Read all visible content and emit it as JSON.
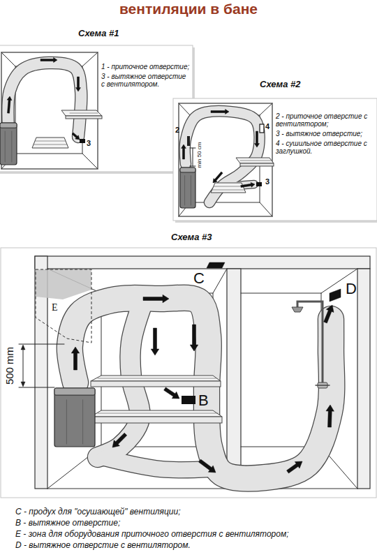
{
  "diagram": {
    "title": "вентиляции в бане",
    "nodes": [
      {
        "text": [
          "Схема #1",
          "1 - приточное отверстие;",
          "3 - вытяжное отверстие с вентилятором."
        ]
      },
      {
        "text": [
          "Схема #2",
          "2 - приточное отверстие с вентилятором;",
          "3 - вытяжное отверстие;",
          "4 - сушильное отверстие с заглушкой."
        ]
      },
      {
        "text": [
          "Схема #3"
        ]
      },
      {
        "text": [
          "E"
        ],
        "in": 2
      }
    ],
    "labels": [
      "3",
      "2",
      "4",
      "3",
      "min 50 cm",
      "C",
      "B",
      "D",
      "500 mm",
      "C - продух для \"осушающей\" вентиляции;",
      "B - вытяжное отверстие;",
      "E - зона для оборудования приточного отверстия с вентилятором;",
      "D - вытяжное отверстие с вентилятором."
    ]
  }
}
